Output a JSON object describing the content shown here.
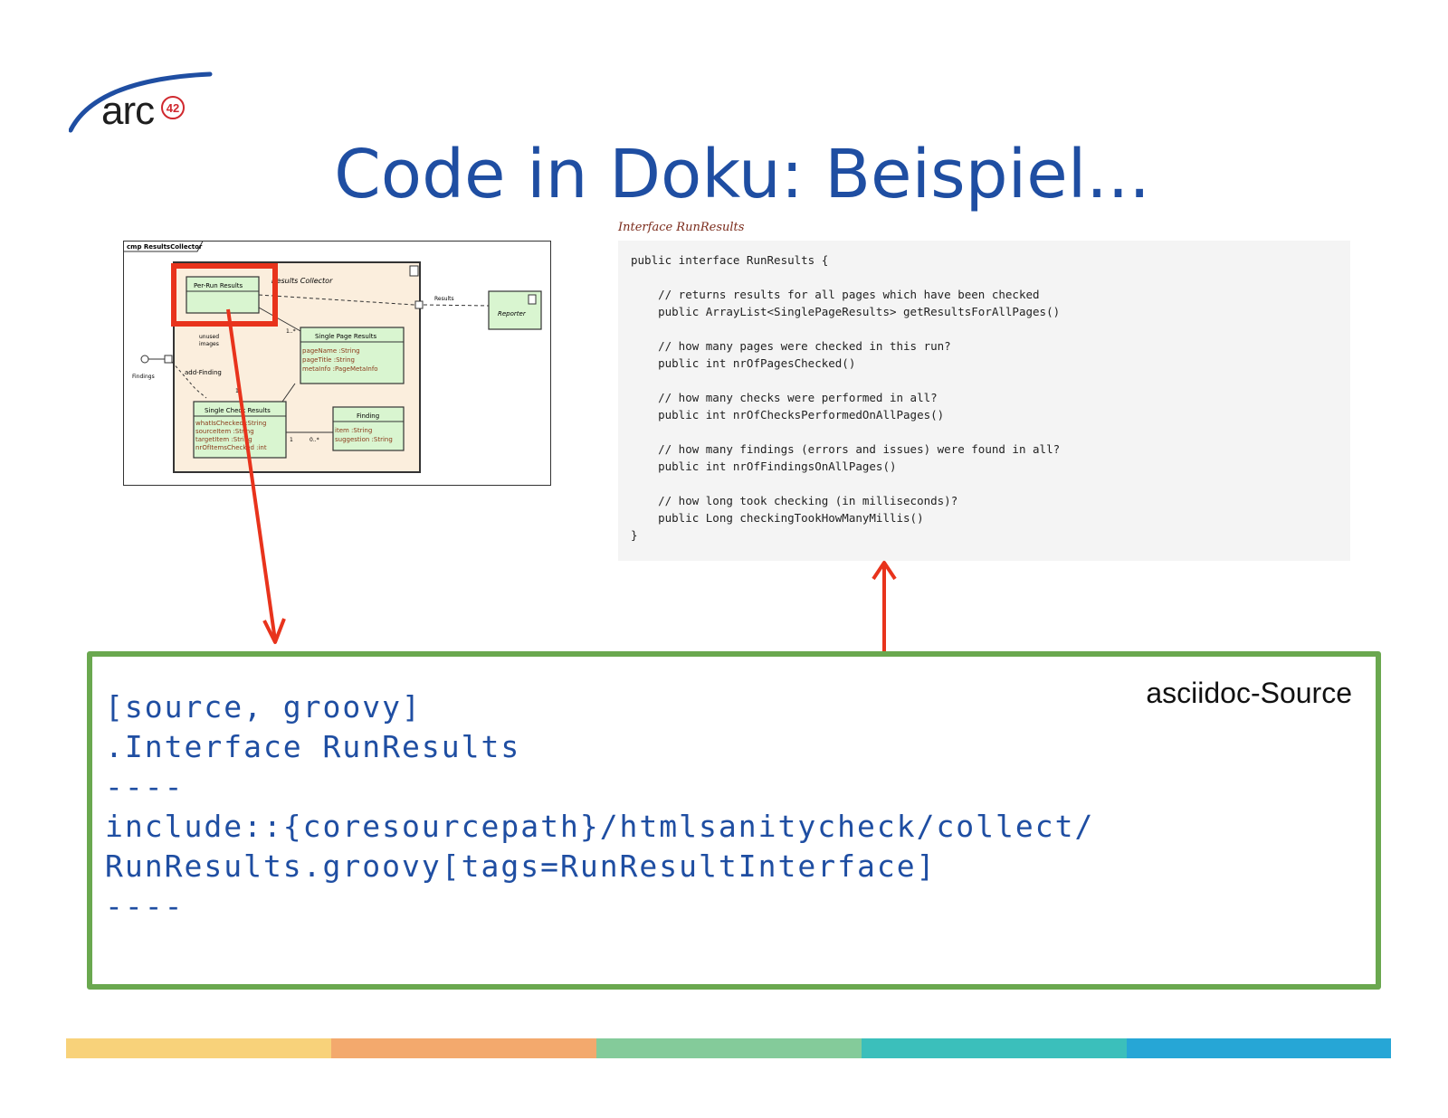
{
  "logo": {
    "text": "arc",
    "badge": "42"
  },
  "title": "Code in Doku: Beispiel...",
  "diagram": {
    "frame_label": "cmp ResultsCollector",
    "collector_label": "Results Collector",
    "per_run": "Per-Run Results",
    "single_page": {
      "name": "Single Page Results",
      "attrs": [
        "pageName  :String",
        "pageTitle  :String",
        "metaInfo   :PageMetaInfo"
      ]
    },
    "single_check": {
      "name": "Single Check Results",
      "attrs": [
        "whatIsChecked  :String",
        "sourceItem  :String",
        "targetItem  :String",
        "nrOfItemsChecked  :int"
      ]
    },
    "finding": {
      "name": "Finding",
      "attrs": [
        "item  :String",
        "suggestion  :String"
      ]
    },
    "reporter": "Reporter",
    "results_label": "Results",
    "findings_label": "Findings",
    "add_finding": "add-Finding",
    "unused_images": [
      "unused",
      "images"
    ],
    "mult_1n": "1..*",
    "mult_0n": "0..*",
    "mult_1a": "1",
    "mult_1b": "1"
  },
  "code_caption": "Interface RunResults",
  "code_block": "public interface RunResults {\n\n    // returns results for all pages which have been checked\n    public ArrayList<SinglePageResults> getResultsForAllPages()\n\n    // how many pages were checked in this run?\n    public int nrOfPagesChecked()\n\n    // how many checks were performed in all?\n    public int nrOfChecksPerformedOnAllPages()\n\n    // how many findings (errors and issues) were found in all?\n    public int nrOfFindingsOnAllPages()\n\n    // how long took checking (in milliseconds)?\n    public Long checkingTookHowManyMillis()\n}",
  "source_box": {
    "label": "asciidoc-Source",
    "code": "[source, groovy]\n.Interface RunResults\n----\ninclude::{coresourcepath}/htmlsanitycheck/collect/\nRunResults.groovy[tags=RunResultInterface]\n----"
  },
  "colors": {
    "title": "#1f4ea2",
    "highlight": "#e8331c",
    "source_border": "#6aa84f",
    "bar": [
      "#f8d27a",
      "#f3a96d",
      "#84cb9a",
      "#3bbfbb",
      "#26a6d6"
    ]
  }
}
